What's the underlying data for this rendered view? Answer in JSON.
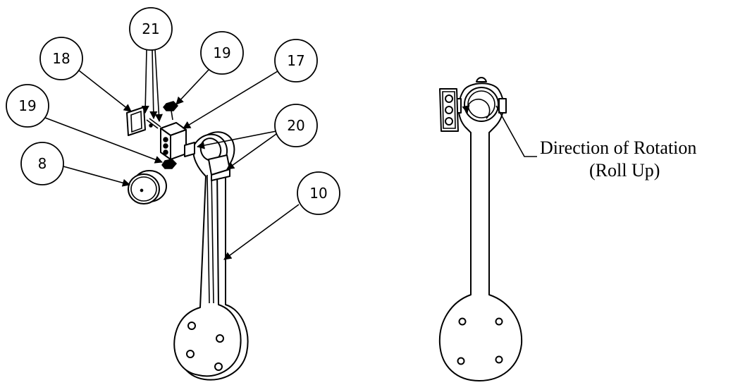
{
  "balloons": {
    "b21": "21",
    "b18": "18",
    "b19_top": "19",
    "b17": "17",
    "b19_left": "19",
    "b20": "20",
    "b8": "8",
    "b10": "10"
  },
  "caption": {
    "line1": "Direction of Rotation",
    "line2": "(Roll Up)"
  }
}
